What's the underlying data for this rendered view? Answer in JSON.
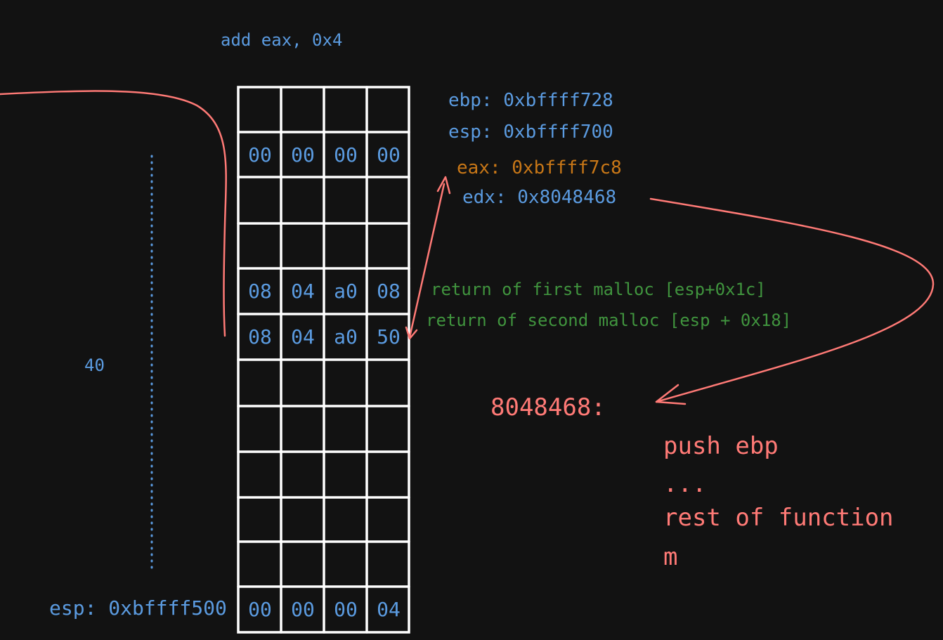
{
  "instruction": "add eax, 0x4",
  "registers": {
    "ebp": "ebp: 0xbffff728",
    "esp": "esp: 0xbffff700",
    "eax": "eax: 0xbffff7c8",
    "edx": "edx: 0x8048468"
  },
  "stack": {
    "rows": [
      [
        "",
        "",
        "",
        ""
      ],
      [
        "00",
        "00",
        "00",
        "00"
      ],
      [
        "",
        "",
        "",
        ""
      ],
      [
        "",
        "",
        "",
        ""
      ],
      [
        "08",
        "04",
        "a0",
        "08"
      ],
      [
        "08",
        "04",
        "a0",
        "50"
      ],
      [
        "",
        "",
        "",
        ""
      ],
      [
        "",
        "",
        "",
        ""
      ],
      [
        "",
        "",
        "",
        ""
      ],
      [
        "",
        "",
        "",
        ""
      ],
      [
        "",
        "",
        "",
        ""
      ],
      [
        "00",
        "00",
        "00",
        "04"
      ]
    ]
  },
  "annotations": {
    "first_malloc": "return of first malloc [esp+0x1c]",
    "second_malloc": "return of second malloc [esp + 0x18]",
    "size": "40",
    "esp_bottom": "esp: 0xbffff500"
  },
  "function": {
    "address": "8048468:",
    "lines": [
      "push ebp",
      "...",
      "rest of function",
      "m"
    ]
  },
  "colors": {
    "background": "#121212",
    "grid": "#ffffff",
    "blue": "#5b9be0",
    "green": "#40943e",
    "orange": "#c87717",
    "red": "#ff7a76"
  }
}
